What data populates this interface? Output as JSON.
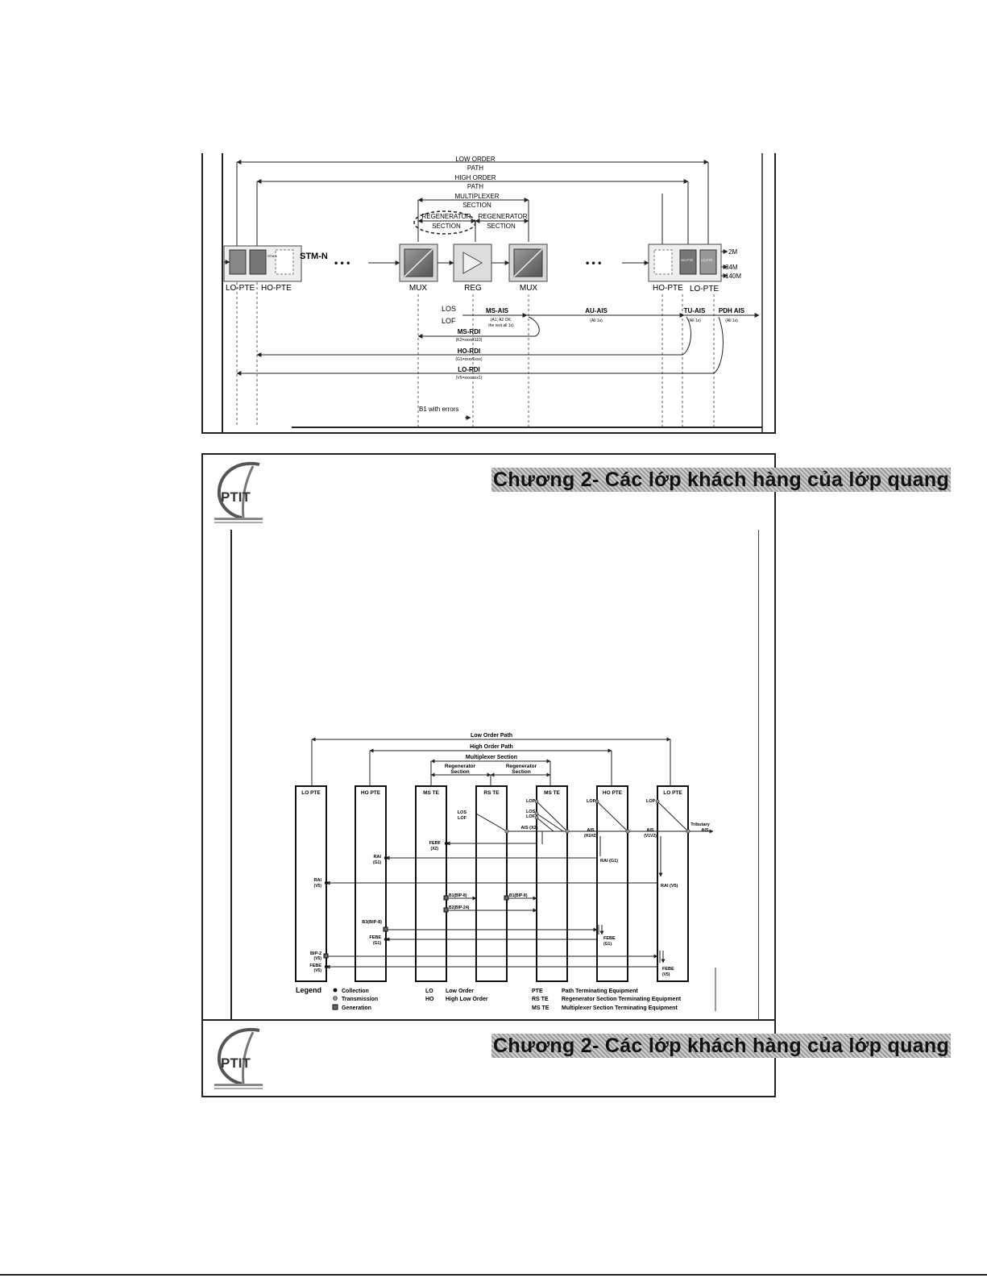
{
  "header": {
    "title": "Chương 2- Các lớp khách hàng của lớp quang",
    "logo_text": "PTIT"
  },
  "fig1": {
    "spans": {
      "low_order_1": "LOW ORDER",
      "low_order_2": "PATH",
      "high_order_1": "HIGH ORDER",
      "high_order_2": "PATH",
      "multiplexer_1": "MULTIPLEXER",
      "multiplexer_2": "SECTION",
      "regen_a_1": "REGENERATOR",
      "regen_a_2": "SECTION",
      "regen_b_1": "REGENERATOR",
      "regen_b_2": "SECTION"
    },
    "nodes": {
      "lo_pte_l": "LO-PTE",
      "ho_pte_l": "HO-PTE",
      "mux1": "MUX",
      "reg": "REG",
      "mux2": "MUX",
      "ho_pte_r": "HO-PTE",
      "lo_pte_r": "LO-PTE"
    },
    "stm_n": "STM-N",
    "ellipsis": "• • •",
    "rates": {
      "r2m": "2M",
      "r34m": "34M",
      "r140m": "140M"
    },
    "inner": {
      "stm_tag": "STM-1",
      "ho_tag": "HO-PTE",
      "lo_tag": "LO-PTE"
    },
    "signals": {
      "los": "LOS",
      "lof": "LOF",
      "ms_ais": "MS-AIS",
      "ms_ais_sub1": "(A1, A2 OK;",
      "ms_ais_sub2": "the rest all 1s)",
      "au_ais": "AU-AIS",
      "au_ais_sub": "(All 1s)",
      "tu_ais": "TU-AIS",
      "tu_ais_sub": "(All 1s)",
      "pdh_ais": "PDH AIS",
      "pdh_ais_sub": "(All 1s)",
      "ms_rdi": "MS-RDI",
      "ms_rdi_sub": "(K2=xxxxx110)",
      "ho_rdi": "HO-RDI",
      "ho_rdi_sub": "(G1=xxxx1xxx)",
      "lo_rdi": "LO-RDI",
      "lo_rdi_sub": "(V5=xxxxxxx1)",
      "b1_errors": "B1 with errors"
    }
  },
  "fig2": {
    "spans": {
      "low_order": "Low Order Path",
      "high_order": "High Order Path",
      "multiplexer": "Multiplexer Section",
      "regen_1": "Regenerator",
      "regen_2": "Section"
    },
    "columns": [
      "LO PTE",
      "HO PTE",
      "MS TE",
      "RS TE",
      "MS TE",
      "HO PTE",
      "LO PTE"
    ],
    "labels": {
      "los": "LOS",
      "lof": "LOF",
      "lop1": "LOP",
      "lop2": "LOP",
      "lop3": "LOP",
      "lop4": "LOP",
      "los2": "LOS",
      "lof2": "LOF",
      "ais_x2": "AIS (X2)",
      "ais_h": "AIS",
      "ais_h_sub": "(H1H2)",
      "ais_v": "AIS",
      "ais_v_sub": "(V1V2)",
      "tributary_1": "Tributary",
      "tributary_2": "AIS",
      "ferf": "FERF",
      "ferf_sub": "(X2)",
      "rai_g1": "RAI",
      "rai_g1_sub": "(G1)",
      "rai_g1_r": "RAI (G1)",
      "rai_v5": "RAI",
      "rai_v5_sub": "(V5)",
      "rai_v5_r": "RAI (V5)",
      "b1a": "B1(BIP-8)",
      "b1b": "B1(BIP-8)",
      "b2": "B2(BIP-24)",
      "b3": "B3(BIP-8)",
      "febe_g1": "FEBE",
      "febe_g1_sub": "(G1)",
      "febe_g1_r": "FEBE",
      "febe_g1_r_sub": "(G1)",
      "bip2": "BIP-2",
      "bip2_sub": "(V5)",
      "febe_v5": "FEBE",
      "febe_v5_sub": "(V5)",
      "febe_v5_r": "FEBE",
      "febe_v5_r_sub": "(V5)"
    },
    "legend": {
      "title": "Legend",
      "collection": "Collection",
      "transmission": "Transmission",
      "generation": "Generation",
      "lo": "LO",
      "lo_desc": "Low Order",
      "ho": "HO",
      "ho_desc": "High Low Order",
      "pte": "PTE",
      "pte_desc": "Path Terminating Equipment",
      "rste": "RS TE",
      "rste_desc": "Regenerator Section Terminating Equipment",
      "mste": "MS TE",
      "mste_desc": "Multiplexer Section Terminating Equipment"
    }
  }
}
